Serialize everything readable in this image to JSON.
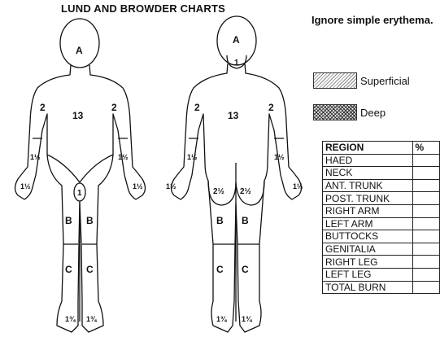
{
  "title": "LUND AND BROWDER CHARTS",
  "note": "Ignore simple erythema.",
  "legend": [
    {
      "label": "Superficial",
      "pattern": "light-hatch"
    },
    {
      "label": "Deep",
      "pattern": "dark-crosshatch"
    }
  ],
  "front_figure": {
    "labels": [
      "A",
      "2",
      "13",
      "2",
      "1½",
      "1½",
      "1½",
      "1½",
      "1",
      "B",
      "B",
      "C",
      "C",
      "1¾",
      "1¾"
    ]
  },
  "back_figure": {
    "labels": [
      "A",
      "1",
      "2",
      "13",
      "2",
      "1½",
      "1½",
      "1½",
      "1½",
      "2½",
      "2½",
      "B",
      "B",
      "C",
      "C",
      "1¾",
      "1¾"
    ]
  },
  "table": {
    "headers": [
      "REGION",
      "%"
    ],
    "rows": [
      "HAED",
      "NECK",
      "ANT. TRUNK",
      "POST. TRUNK",
      "RIGHT ARM",
      "LEFT ARM",
      "BUTTOCKS",
      "GENITALIA",
      "RIGHT LEG",
      "LEFT LEG",
      "TOTAL BURN"
    ]
  }
}
